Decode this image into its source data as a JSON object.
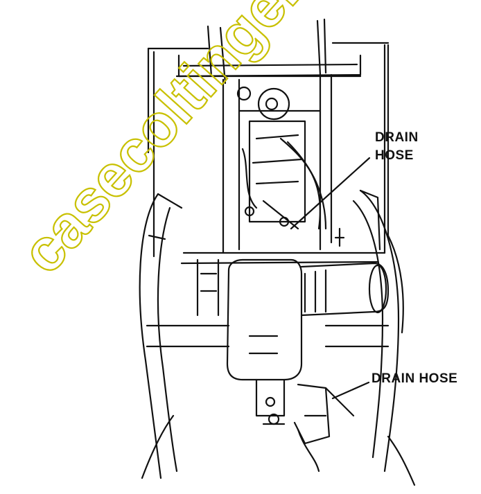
{
  "watermark": {
    "text": "casecoltingersoll",
    "color": "#c8c000"
  },
  "labels": {
    "upper_line1": "DRAIN",
    "upper_line2": "HOSE",
    "lower": "DRAIN HOSE"
  },
  "colors": {
    "ink": "#111111",
    "background": "#ffffff"
  }
}
